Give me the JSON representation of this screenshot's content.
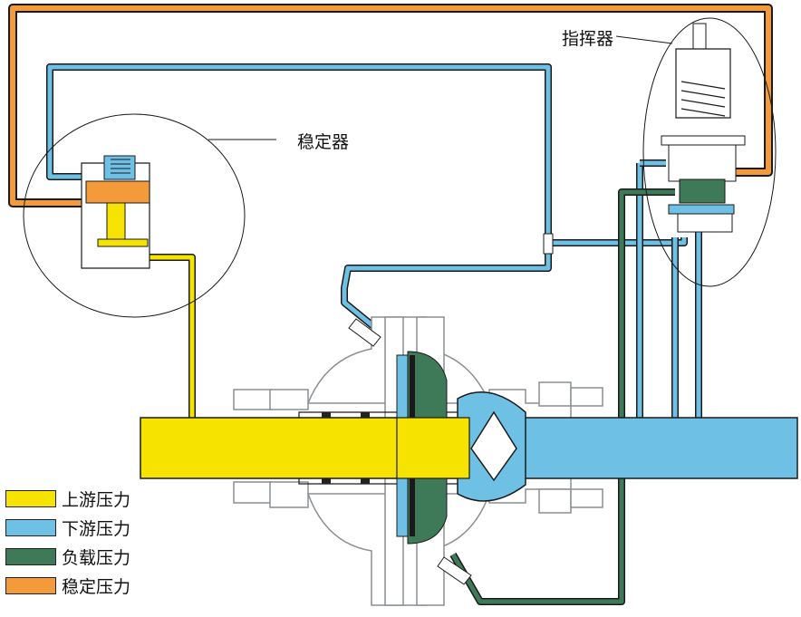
{
  "labels": {
    "stabilizer": "稳定器",
    "pilot": "指挥器"
  },
  "legend": [
    {
      "label": "上游压力",
      "color": "#f7e300"
    },
    {
      "label": "下游压力",
      "color": "#6ec1e4"
    },
    {
      "label": "负载压力",
      "color": "#3f7a58"
    },
    {
      "label": "稳定压力",
      "color": "#f39a3a"
    }
  ],
  "colors": {
    "upstream": "#f7e300",
    "downstream": "#6ec1e4",
    "loading": "#3f7a58",
    "stabilizing": "#f39a3a",
    "body_line": "#8a8f94",
    "outline": "#1a1a1a"
  }
}
